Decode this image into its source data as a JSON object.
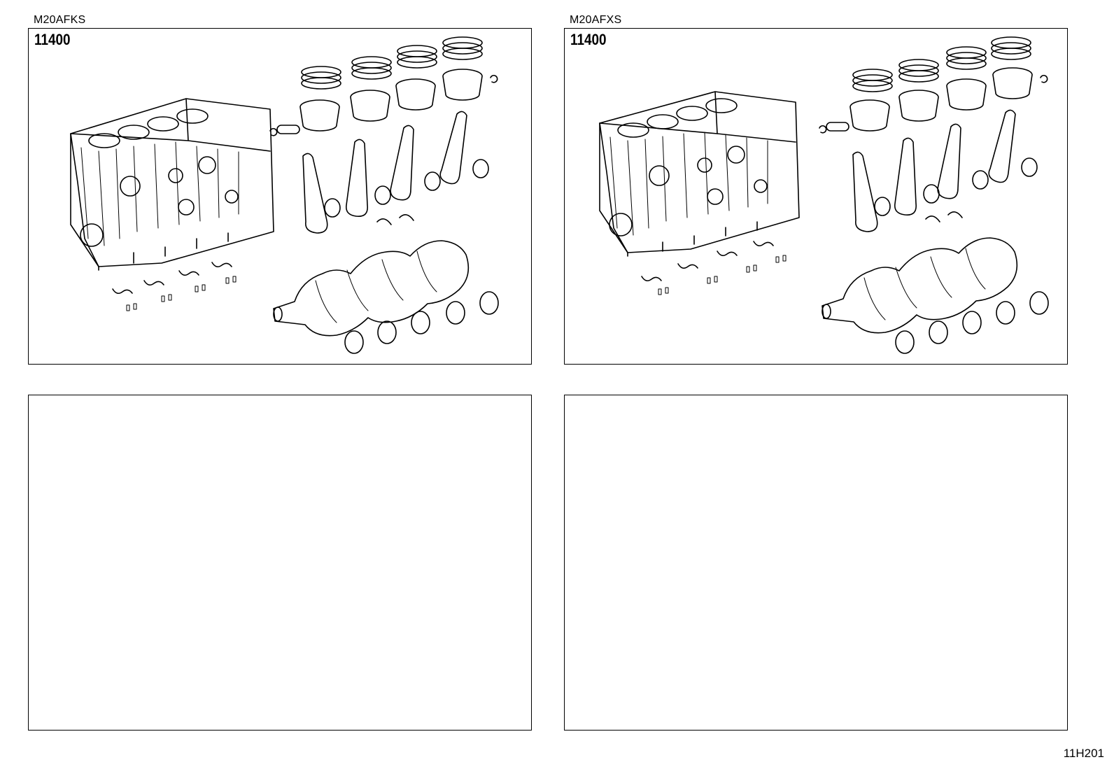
{
  "panels": [
    {
      "variant": "M20AFKS",
      "code": "11400"
    },
    {
      "variant": "M20AFXS",
      "code": "11400"
    }
  ],
  "sheet_code": "11H201"
}
